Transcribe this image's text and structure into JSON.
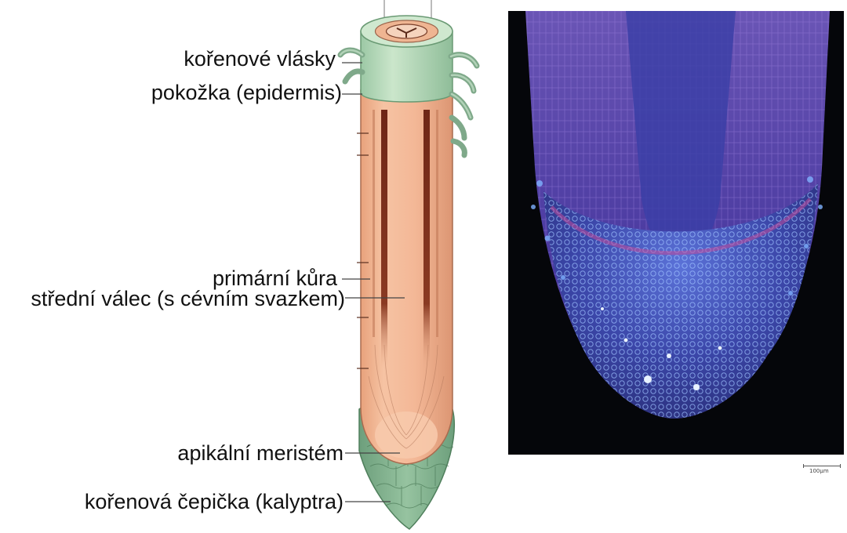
{
  "labels": {
    "root_hairs": "kořenové vlásky",
    "epidermis": "pokožka (epidermis)",
    "cortex": "primární kůra",
    "stele": "střední válec (s cévním svazkem)",
    "apical_meristem": "apikální meristém",
    "root_cap": "kořenová čepička (kalyptra)"
  },
  "scale_bar": {
    "text": "100µm"
  },
  "colors": {
    "epidermis": "#b9d9bb",
    "cortex": "#f0b795",
    "vascular_strand": "#7a2f1c",
    "root_cap": "#7fae8c",
    "micrograph_bg": "#05060a",
    "micrograph_cells": "#3b5fd0"
  }
}
